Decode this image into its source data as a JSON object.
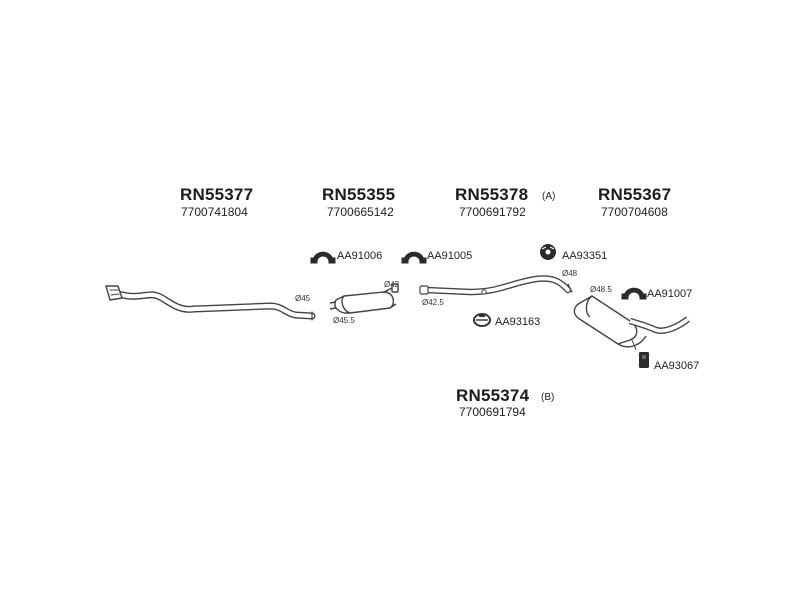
{
  "groups": [
    {
      "code": "RN55377",
      "number": "7700741804"
    },
    {
      "code": "RN55355",
      "number": "7700665142"
    },
    {
      "code": "RN55378",
      "suffix": "(A)",
      "number": "7700691792"
    },
    {
      "code": "RN55367",
      "number": "7700704608"
    },
    {
      "code": "RN55374",
      "suffix": "(B)",
      "number": "7700691794"
    }
  ],
  "parts": [
    "AA91006",
    "AA91005",
    "AA93351",
    "AA91007",
    "AA93163",
    "AA93067"
  ],
  "diameters": [
    "Ø45",
    "Ø42",
    "Ø45.5",
    "Ø42.5",
    "Ø48",
    "Ø48.5"
  ],
  "colors": {
    "line": "#444444",
    "pipe_fill": "#ffffff",
    "clamp_fill": "#2b2b2b"
  }
}
